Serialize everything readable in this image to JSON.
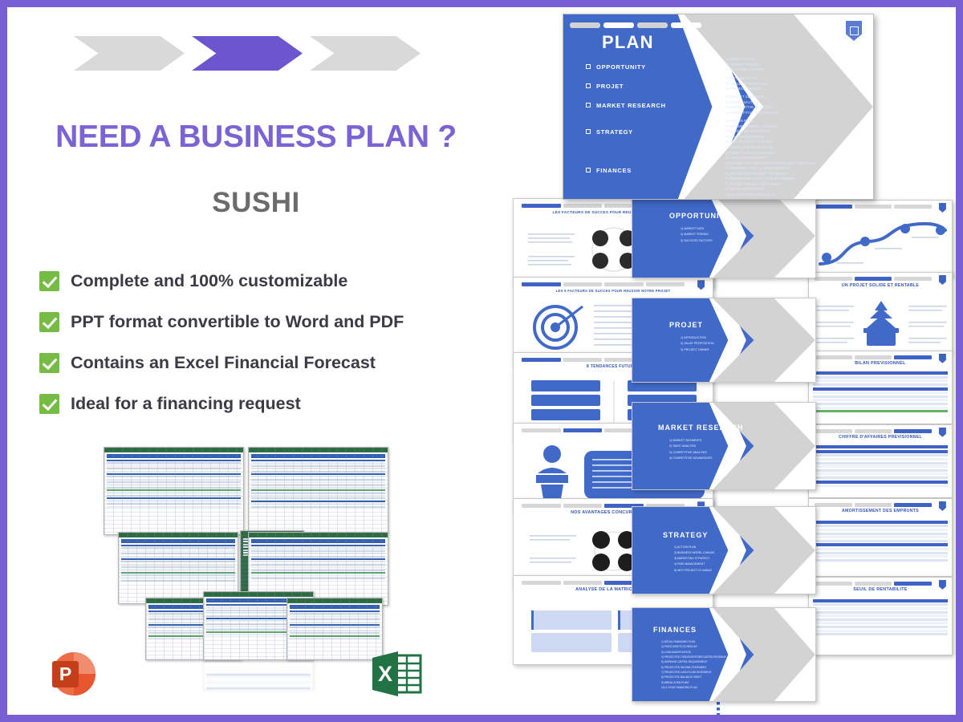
{
  "promo": {
    "headline": "NEED A BUSINESS PLAN ?",
    "subhead": "SUSHI",
    "accent_color": "#7c63d4",
    "border_color": "#7a5fd3",
    "check_color": "#76bb45",
    "features": [
      "Complete and 100% customizable",
      "PPT format convertible to Word and PDF",
      "Contains an Excel Financial Forecast",
      "Ideal for a financing request"
    ],
    "chevrons": [
      {
        "state": "inactive"
      },
      {
        "state": "active"
      },
      {
        "state": "inactive"
      }
    ],
    "icons": {
      "powerpoint": "powerpoint-icon",
      "excel": "excel-icon"
    }
  },
  "deck": {
    "plan_slide": {
      "title": "PLAN",
      "tabs": [
        "tab-1",
        "tab-2",
        "tab-3",
        "tab-4"
      ],
      "active_tab_index": 3,
      "sections": [
        {
          "name": "OPPORTUNITY",
          "items": [
            "1) MARKET DATA",
            "2) MARKET TRENDS",
            "3) SUCCESS FACTORS"
          ]
        },
        {
          "name": "PROJET",
          "items": [
            "1) INTRODUCTION",
            "2) VALUE PROPOSITION",
            "3) PROJECT OWNER"
          ]
        },
        {
          "name": "MARKET RESEARCH",
          "items": [
            "1) MARKET SEGMENTS",
            "2) SWOT ANALYSIS",
            "3) COMPETITIVE ANALYSIS",
            "4) COMPETITIVE ADVANTAGES"
          ]
        },
        {
          "name": "STRATEGY",
          "items": [
            "1) ACTION PLAN",
            "2) BUSINESS MODEL CANVAS",
            "3) MARKETING STRATEGY",
            "4) RISK MANAGEMENT",
            "5) WHY PROJECT IS VIABLE"
          ]
        },
        {
          "name": "FINANCES",
          "items": [
            "1) INITIAL FINANCING PLAN",
            "2) FIXED ASSETS SCHEDULE",
            "3) LOAN AMORTIZATION",
            "4) PROJECTED TURNOVER/FORECASTED REVENUE",
            "5) WORKING CAPITAL REQUIREMENT",
            "6) PROJECTED INCOME STATEMENT",
            "7) PROJECTED CASH FLOW STATEMENT",
            "8) PROJECTED BALANCE SHEET",
            "9) BREAK-EVEN POINT",
            "10) 3-YEAR FINANCING PLAN"
          ]
        }
      ]
    },
    "section_slides": [
      {
        "title": "OPPORTUNITY",
        "items": [
          "1) MARKET DATA",
          "2) MARKET TRENDS",
          "3) SUCCESS FACTORS"
        ]
      },
      {
        "title": "PROJET",
        "items": [
          "1) INTRODUCTION",
          "2) VALUE PROPOSITION",
          "3) PROJECT OWNER"
        ]
      },
      {
        "title": "MARKET RESEARCH",
        "items": [
          "1) MARKET SEGMENTS",
          "2) SWOT ANALYSIS",
          "3) COMPETITIVE ANALYSIS",
          "4) COMPETITIVE ADVANTAGES"
        ]
      },
      {
        "title": "STRATEGY",
        "items": [
          "1) ACTION PLAN",
          "2) BUSINESS MODEL CANVAS",
          "3) MARKETING STRATEGY",
          "4) RISK MANAGEMENT",
          "5) WHY PROJECT IS VIABLE"
        ]
      },
      {
        "title": "FINANCES",
        "items": [
          "1) INITIAL FINANCING PLAN",
          "2) FIXED ASSETS SCHEDULE",
          "3) LOAN AMORTIZATION",
          "4) PROJECTED TURNOVER/FORECASTED REVENUE",
          "5) WORKING CAPITAL REQUIREMENT",
          "6) PROJECTED INCOME STATEMENT",
          "7) PROJECTED CASH FLOW STATEMENT",
          "8) PROJECTED BALANCE SHEET",
          "9) BREAK-EVEN POINT",
          "10) 3-YEAR FINANCING PLAN"
        ]
      }
    ],
    "content_slides_left": [
      {
        "title": "LES FACTEURS DE SUCCES POUR REUSSIR NOTRE PROJET",
        "icon": "four-icons-diagram"
      },
      {
        "title": "LES 9 FACTEURS DE SUCCES POUR REUSSIR NOTRE PROJET",
        "icon": "target-icon"
      },
      {
        "title": "8 TENDANCES FUTURES",
        "icon": "two-column-boxes"
      },
      {
        "title": "",
        "icon": "podium-speaker-icon"
      },
      {
        "title": "NOS AVANTAGES CONCURRENTIELS",
        "icon": "four-circle-icons"
      },
      {
        "title": "ANALYSE DE LA MATRICE SWOT",
        "icon": "swot-matrix"
      }
    ],
    "content_slides_right": [
      {
        "title": "",
        "icon": "roadmap-icon"
      },
      {
        "title": "UN PROJET SOLIDE ET RENTABLE",
        "icon": "plant-pot-icon"
      },
      {
        "title": "BILAN PREVISIONNEL",
        "icon": "financial-table"
      },
      {
        "title": "CHIFFRE D'AFFAIRES PREVISIONNEL",
        "icon": "financial-table"
      },
      {
        "title": "AMORTISSEMENT DES EMPRUNTS",
        "icon": "financial-table"
      },
      {
        "title": "SEUIL DE RENTABILITE",
        "icon": "financial-table"
      }
    ]
  }
}
